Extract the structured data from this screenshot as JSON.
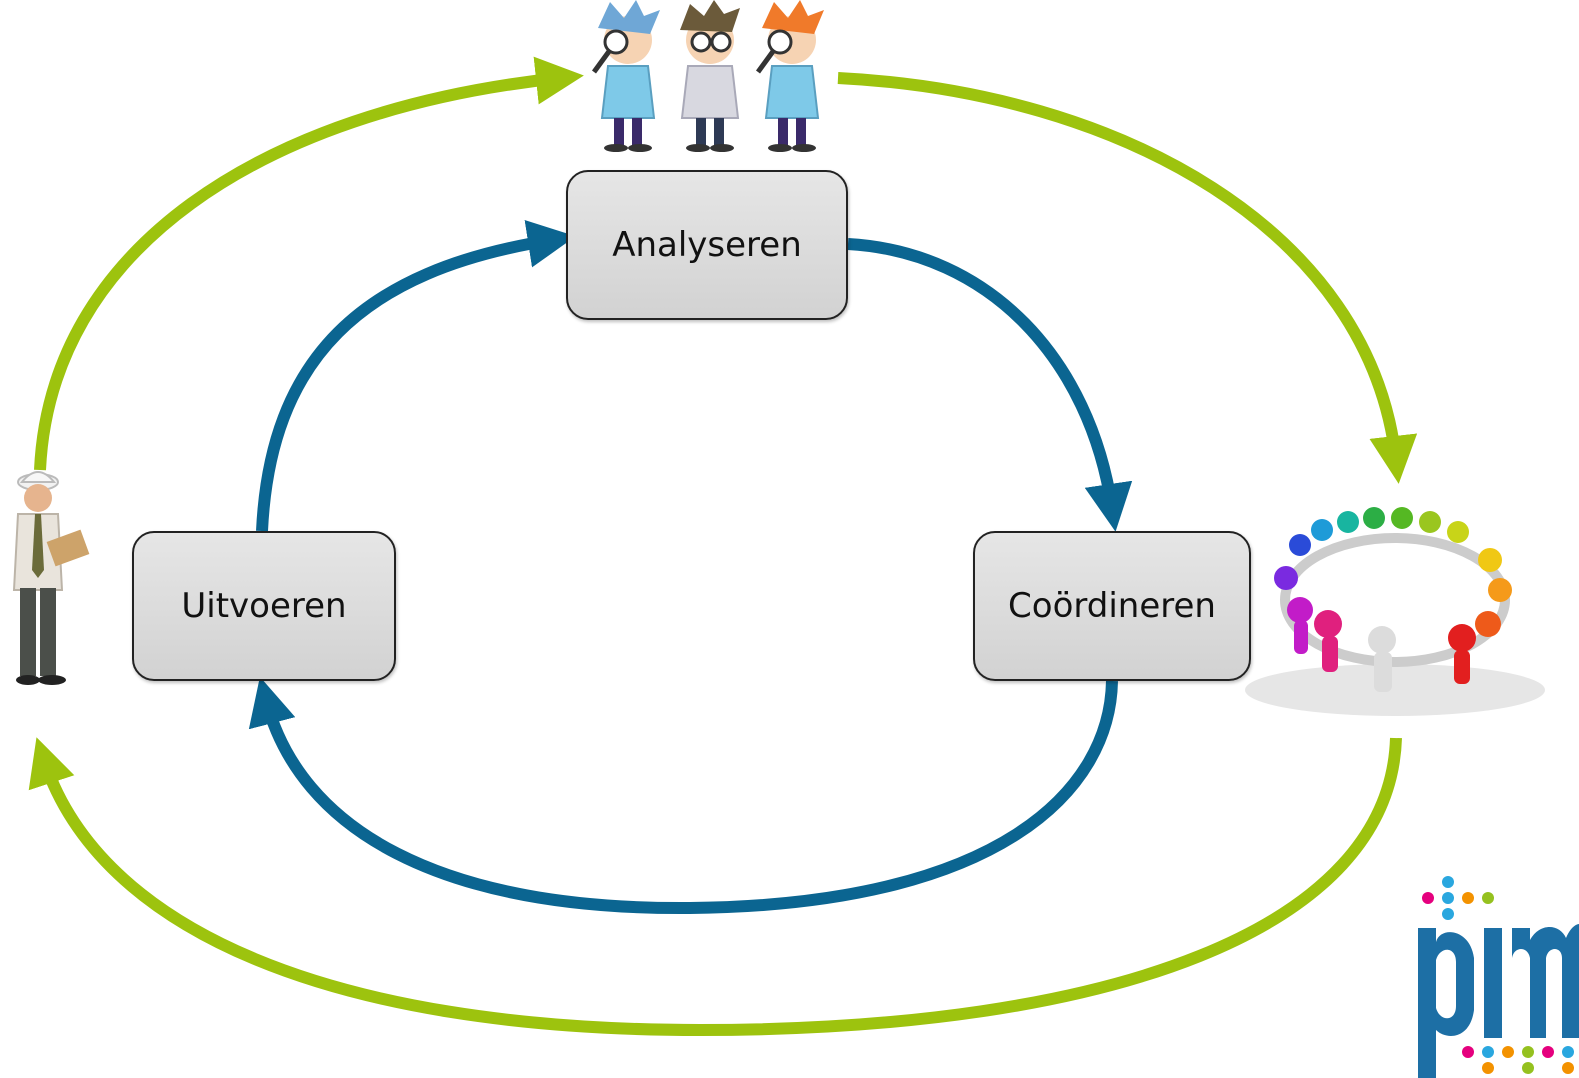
{
  "diagram": {
    "stages": {
      "analyseren": "Analyseren",
      "uitvoeren": "Uitvoeren",
      "coordineren": "Coördineren"
    },
    "actors": [
      "scientists-icon",
      "worker-icon",
      "team-circle-icon"
    ],
    "logo": "pim"
  },
  "colors": {
    "outer_arrow": "#9dc30e",
    "inner_arrow": "#0b6591",
    "box_fill": "#dcdcdc",
    "box_border": "#222222",
    "logo_blue": "#1d6fa5",
    "logo_dot_pink": "#e5007e",
    "logo_dot_cyan": "#2aa7df",
    "logo_dot_orange": "#f39200",
    "logo_dot_green": "#95c11f"
  }
}
